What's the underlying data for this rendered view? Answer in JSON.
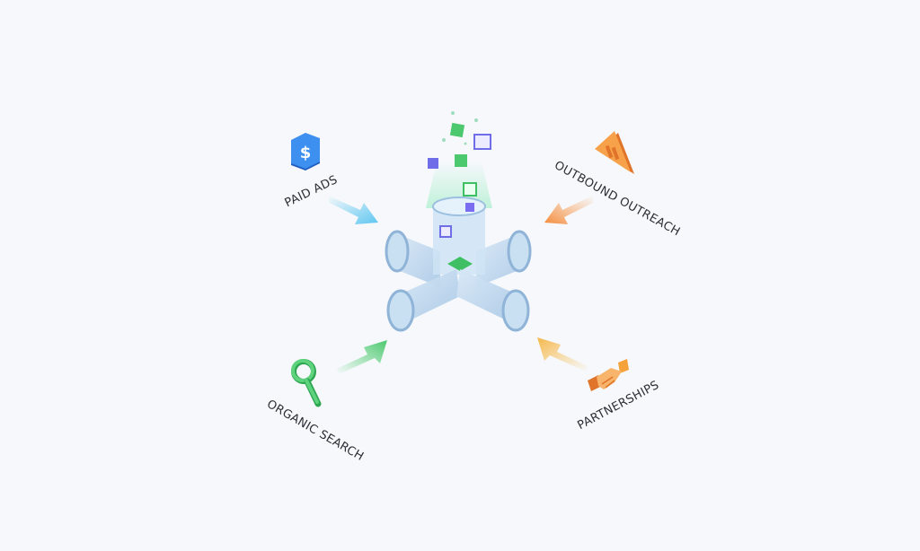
{
  "diagram": {
    "title": "",
    "center": {
      "name": "pipeline-hub",
      "description": "isometric four-way pipe funnel with data cubes"
    },
    "sources": [
      {
        "id": "paid-ads",
        "label": "PAID ADS",
        "icon": "dollar-icon",
        "color": "#2f7fe0",
        "arrow_color": "#5ec6f0"
      },
      {
        "id": "outbound-outreach",
        "label": "OUTBOUND OUTREACH",
        "icon": "megaphone-icon",
        "color": "#f5943a",
        "arrow_color": "#f7a35c"
      },
      {
        "id": "organic-search",
        "label": "ORGANIC SEARCH",
        "icon": "magnifier-icon",
        "color": "#3fbf63",
        "arrow_color": "#5fd27e"
      },
      {
        "id": "partnerships",
        "label": "PARTNERSHIPS",
        "icon": "handshake-icon",
        "color": "#f5a23a",
        "arrow_color": "#f7c56a"
      }
    ]
  }
}
